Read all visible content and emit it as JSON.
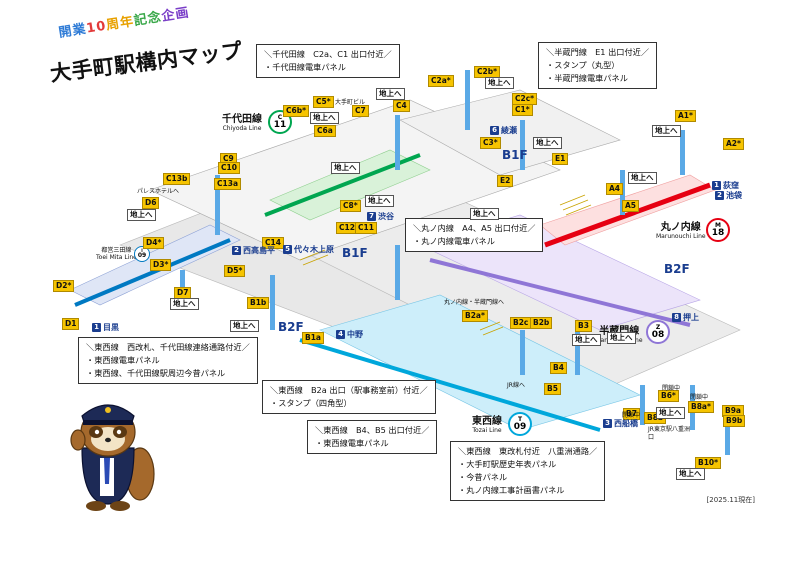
{
  "header": {
    "anniversary_chars": [
      "開",
      "業",
      "1",
      "0",
      "周",
      "年",
      "記",
      "念",
      "企",
      "画"
    ],
    "anniversary_colors": [
      "#2e7bd6",
      "#2e7bd6",
      "#e23a3a",
      "#e23a3a",
      "#e8a100",
      "#e8a100",
      "#3aa84a",
      "#3aa84a",
      "#7a3ec8",
      "#7a3ec8"
    ],
    "title": "大手町駅構内マップ"
  },
  "callouts": {
    "chiyoda_c2a": [
      "＼千代田線　C2a、C1 出口付近／",
      "・千代田線電車パネル"
    ],
    "hanzomon_e1": [
      "＼半蔵門線　E1 出口付近／",
      "・スタンプ（丸型）",
      "・半蔵門線電車パネル"
    ],
    "marunouchi_a4": [
      "＼丸ノ内線　A4、A5 出口付近／",
      "・丸ノ内線電車パネル"
    ],
    "tozai_west": [
      "＼東西線　西改札、千代田線連絡通路付近／",
      "・東西線電車パネル",
      "・東西線、千代田線駅周辺今昔パネル"
    ],
    "tozai_b2a": [
      "＼東西線　B2a 出口（駅事務室前）付近／",
      "・スタンプ（四角型）"
    ],
    "tozai_b4": [
      "＼東西線　B4、B5 出口付近／",
      "・東西線電車パネル"
    ],
    "tozai_east": [
      "＼東西線　東改札付近　八重洲通路／",
      "・大手町駅歴史年表パネル",
      "・今昔パネル",
      "・丸ノ内線工事計画書パネル"
    ]
  },
  "lines": {
    "chiyoda": {
      "jp": "千代田線",
      "en": "Chiyoda Line",
      "code_letter": "C",
      "code_num": "11",
      "color": "#00a650"
    },
    "marunouchi": {
      "jp": "丸ノ内線",
      "en": "Marunouchi Line",
      "code_letter": "M",
      "code_num": "18",
      "color": "#e60012"
    },
    "hanzomon": {
      "jp": "半蔵門線",
      "en": "Hanzomon Line",
      "code_letter": "Z",
      "code_num": "08",
      "color": "#8f76d6"
    },
    "tozai": {
      "jp": "東西線",
      "en": "Tozai Line",
      "code_letter": "T",
      "code_num": "09",
      "color": "#00a7db"
    },
    "mita": {
      "jp": "都営三田線",
      "en": "Toei Mita Line",
      "code_letter": "I",
      "code_num": "09",
      "color": "#0079c2"
    }
  },
  "exits": [
    "C2a*",
    "C2b*",
    "C5*",
    "C6b*",
    "C6a",
    "C7",
    "C4",
    "C2c*",
    "C1*",
    "C3*",
    "C8*",
    "C9",
    "C10",
    "C13b",
    "C13a",
    "C14",
    "C12",
    "C11",
    "D6",
    "D4*",
    "D3*",
    "D5*",
    "D2*",
    "D1",
    "D7",
    "B1b",
    "B1a",
    "B2a*",
    "B2c",
    "B2b",
    "B3",
    "B4",
    "B5",
    "B6*",
    "B7",
    "B8b",
    "B8a*",
    "B9a",
    "B9b",
    "B10*",
    "A1*",
    "A2*",
    "A4",
    "A5",
    "E1",
    "E2"
  ],
  "up_label": "地上へ",
  "floors": {
    "b1f_a": "B1F",
    "b1f_b": "B1F",
    "b2f_a": "B2F",
    "b2f_b": "B2F"
  },
  "destinations": [
    {
      "num": "6",
      "text": "綾瀬"
    },
    {
      "num": "7",
      "text": "渋谷"
    },
    {
      "num": "5",
      "text": "代々木上原"
    },
    {
      "num": "2",
      "text": "西高島平"
    },
    {
      "num": "1",
      "text": "目黒"
    },
    {
      "num": "1",
      "text": "荻窪"
    },
    {
      "num": "2",
      "text": "池袋"
    },
    {
      "num": "8",
      "text": "押上"
    },
    {
      "num": "4",
      "text": "中野"
    },
    {
      "num": "3",
      "text": "西船橋"
    }
  ],
  "misc": {
    "otemachi_bldg": "大手町ビル",
    "palace_hotel": "パレスホテルへ",
    "passage": "丸ノ内線・半蔵門線へ",
    "jr_tokyo": "JR東京駅八重洲口",
    "under_construction_1": "閉鎖中",
    "under_construction_2": "閉鎖中",
    "under_construction_3": "閉鎖中",
    "jr_line": "JR線へ",
    "date": "[2025.11現在]"
  }
}
